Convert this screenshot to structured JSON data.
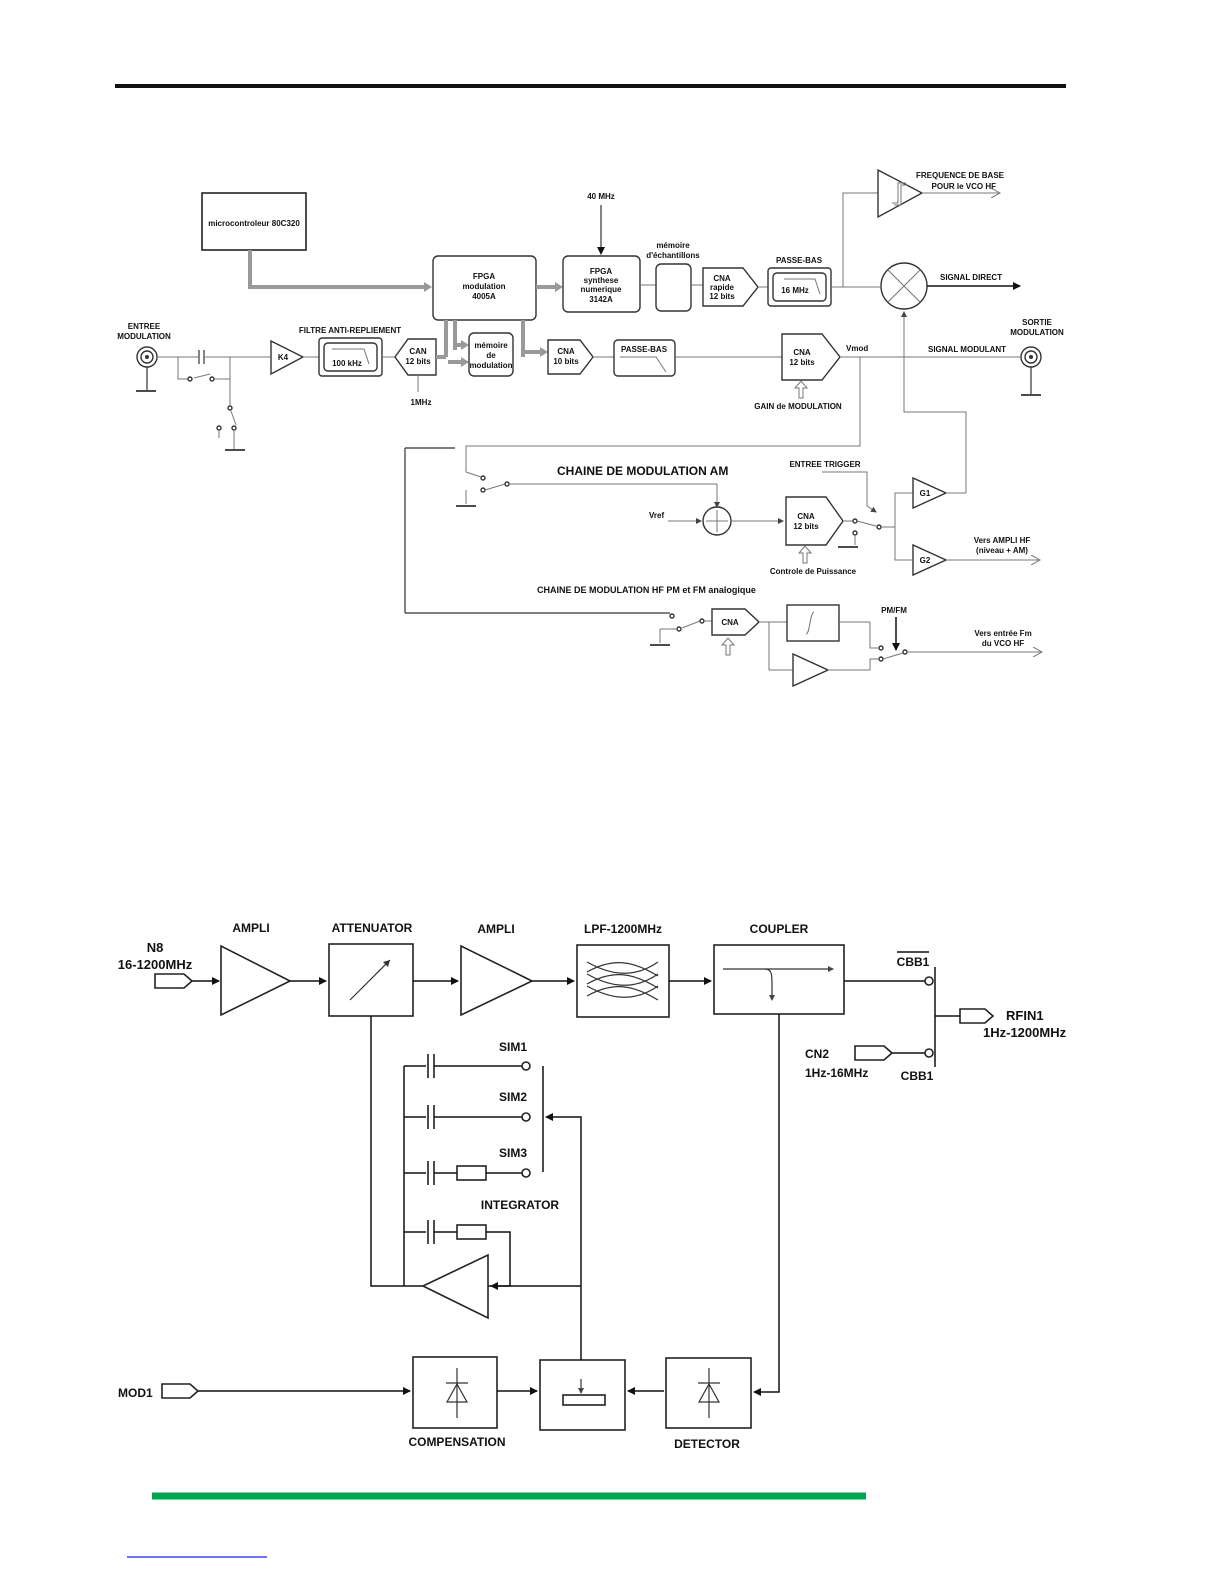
{
  "colors": {
    "top_rule": "#111111",
    "footer_rule": "#00a651",
    "footer_link": "#1a1aff"
  },
  "top_diagram": {
    "microcontroller": "microcontroleur 80C320",
    "clock_40mhz": "40 MHz",
    "fpga_mod": [
      "FPGA",
      "modulation",
      "4005A"
    ],
    "fpga_synth": [
      "FPGA",
      "synthese",
      "numerique",
      "3142A"
    ],
    "sample_memory": [
      "mémoire",
      "d'échantillons"
    ],
    "cna_fast": [
      "CNA",
      "rapide",
      "12 bits"
    ],
    "lowpass_top_title": "PASSE-BAS",
    "lowpass_top_freq": "16 MHz",
    "base_freq": [
      "FREQUENCE DE BASE",
      "POUR le VCO HF"
    ],
    "signal_direct": "SIGNAL DIRECT",
    "entree_modulation": [
      "ENTREE",
      "MODULATION"
    ],
    "sortie_modulation": [
      "SORTIE",
      "MODULATION"
    ],
    "k4": "K4",
    "aa_filter_title": "FILTRE ANTI-REPLIEMENT",
    "aa_filter_freq": "100 kHz",
    "can": [
      "CAN",
      "12 bits"
    ],
    "clock_1mhz": "1MHz",
    "mod_memory": [
      "mémoire",
      "de",
      "modulation"
    ],
    "cna_10": [
      "CNA",
      "10 bits"
    ],
    "lowpass_mid": "PASSE-BAS",
    "cna_12_mod": [
      "CNA",
      "12 bits"
    ],
    "vmod": "Vmod",
    "signal_modulant": "SIGNAL MODULANT",
    "gain_modulation": "GAIN de MODULATION",
    "am_chain_title": "CHAINE DE MODULATION AM",
    "entree_trigger": "ENTREE TRIGGER",
    "vref": "Vref",
    "cna_12_am": [
      "CNA",
      "12 bits"
    ],
    "power_control": "Controle de Puissance",
    "g1": "G1",
    "g2": "G2",
    "vers_ampli": [
      "Vers AMPLI HF",
      "(niveau + AM)"
    ],
    "fm_chain_title": "CHAINE DE MODULATION HF PM et FM analogique",
    "cna_fm": "CNA",
    "pm_fm": "PM/FM",
    "vers_fm": [
      "Vers entrée Fm",
      "du VCO HF"
    ]
  },
  "bottom_diagram": {
    "n8": [
      "N8",
      "16-1200MHz"
    ],
    "ampli_1": "AMPLI",
    "attenuator": "ATTENUATOR",
    "ampli_2": "AMPLI",
    "lpf": "LPF-1200MHz",
    "coupler": "COUPLER",
    "cbb1_bar": "CBB1",
    "cbb1": "CBB1",
    "rfin1": [
      "RFIN1",
      "1Hz-1200MHz"
    ],
    "cn2": [
      "CN2",
      "1Hz-16MHz"
    ],
    "sim1": "SIM1",
    "sim2": "SIM2",
    "sim3": "SIM3",
    "integrator": "INTEGRATOR",
    "mod1": "MOD1",
    "compensation": "COMPENSATION",
    "detector": "DETECTOR"
  }
}
